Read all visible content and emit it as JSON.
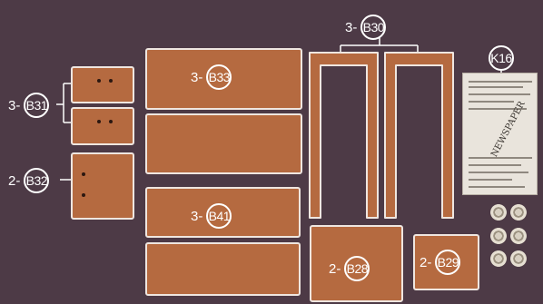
{
  "colors": {
    "background": "#4d3a46",
    "wood": "#b56a40",
    "outline": "#efe6e0",
    "text": "#ffffff"
  },
  "parts": {
    "B30": {
      "qty": "3-",
      "code": "B30"
    },
    "B31": {
      "qty": "3-",
      "code": "B31"
    },
    "B32": {
      "qty": "2-",
      "code": "B32"
    },
    "B33": {
      "qty": "3-",
      "code": "B33"
    },
    "B41": {
      "qty": "3-",
      "code": "B41"
    },
    "B28": {
      "qty": "2-",
      "code": "B28"
    },
    "B29": {
      "qty": "2-",
      "code": "B29"
    },
    "K16": {
      "code": "K16"
    }
  },
  "newspaper": {
    "masthead": "NEWSPAPER",
    "icon": "newspaper-sticker"
  },
  "hardware": {
    "icon": "cam-lock-fitting",
    "count": 6
  }
}
